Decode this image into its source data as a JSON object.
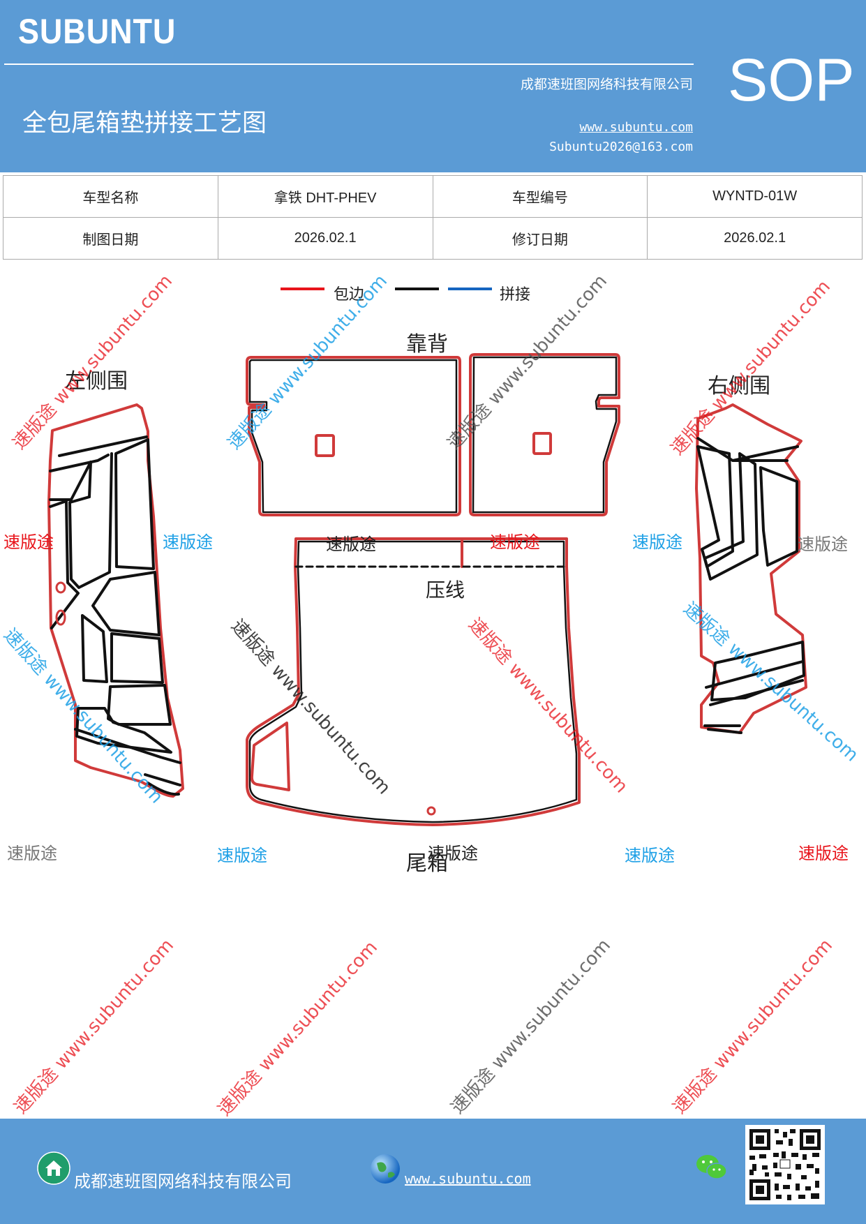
{
  "header": {
    "logo": "SUBUNTU",
    "company": "成都速班图网络科技有限公司",
    "title": "全包尾箱垫拼接工艺图",
    "website": "www.subuntu.com",
    "email": "Subuntu2026@163.com",
    "badge": "SOP"
  },
  "info_table": {
    "model_name_label": "车型名称",
    "model_name_value": "拿铁 DHT-PHEV",
    "model_code_label": "车型编号",
    "model_code_value": "WYNTD-01W",
    "draw_date_label": "制图日期",
    "draw_date_value": "2026.02.1",
    "revise_date_label": "修订日期",
    "revise_date_value": "2026.02.1"
  },
  "legend": {
    "edge_label": "包边",
    "splice_label": "拼接",
    "colors": {
      "edge": "#e8141b",
      "black": "#111111",
      "splice": "#1565c0"
    }
  },
  "parts": {
    "backrest": "靠背",
    "left_side": "左侧围",
    "right_side": "右侧围",
    "crease": "压线",
    "trunk": "尾箱"
  },
  "watermark": {
    "brand": "速版途",
    "url": "速版途 www.subuntu.com"
  },
  "footer": {
    "company": "成都速班图网络科技有限公司",
    "website": "www.subuntu.com "
  },
  "colors": {
    "header_bg": "#5b9bd5",
    "outline": "#d03a3a",
    "wm_red": "#e8141b",
    "wm_blue": "#1ea0e6",
    "wm_gray": "#777777"
  }
}
